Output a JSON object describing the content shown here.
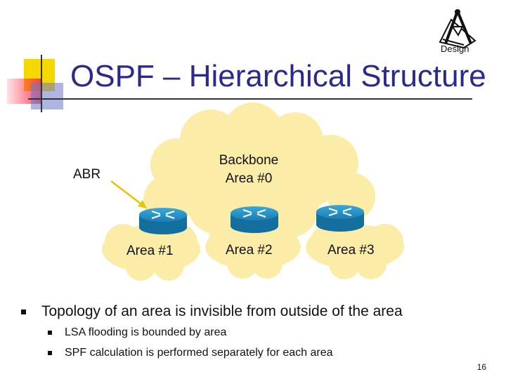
{
  "title": "OSPF – Hierarchical Structure",
  "logo": {
    "text": "Design",
    "icon": "compass-square-icon"
  },
  "diagram": {
    "backbone_label_line1": "Backbone",
    "backbone_label_line2": "Area #0",
    "abr_label": "ABR",
    "areas": [
      "Area #1",
      "Area #2",
      "Area #3"
    ],
    "router_icon": "router-icon",
    "colors": {
      "cloud": "#fbeca8",
      "router": "#1f8ec0",
      "arrow": "#e8c400"
    }
  },
  "bullets": {
    "main": "Topology of an area is invisible from outside of the area",
    "sub": [
      "LSA flooding is bounded by area",
      "SPF calculation is performed separately for each area"
    ]
  },
  "page_number": "16"
}
